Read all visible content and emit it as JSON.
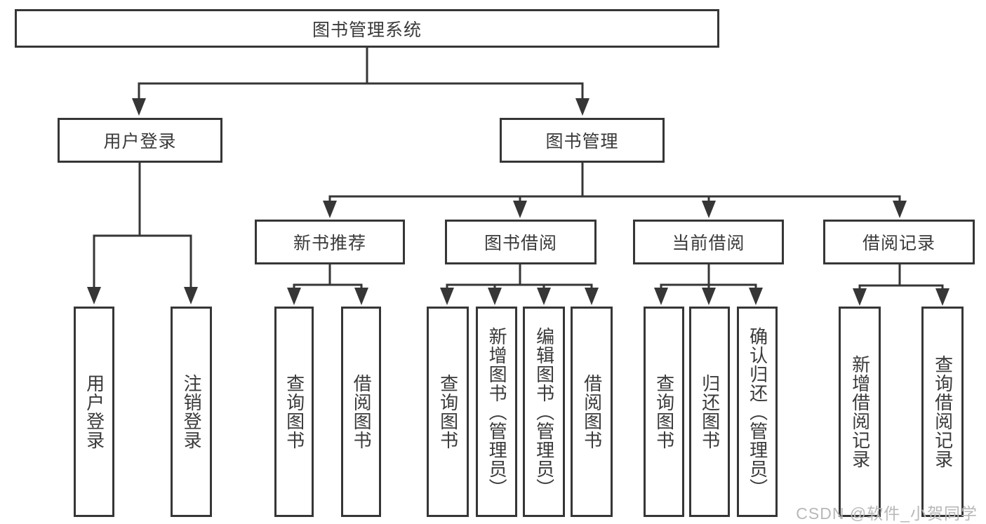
{
  "tree": {
    "label": "图书管理系统",
    "children": [
      {
        "label": "用户登录",
        "children": [
          {
            "label": "用户登录"
          },
          {
            "label": "注销登录"
          }
        ]
      },
      {
        "label": "图书管理",
        "children": [
          {
            "label": "新书推荐",
            "children": [
              {
                "label": "查询图书"
              },
              {
                "label": "借阅图书"
              }
            ]
          },
          {
            "label": "图书借阅",
            "children": [
              {
                "label": "查询图书"
              },
              {
                "label": "新增图书（管理员）"
              },
              {
                "label": "编辑图书（管理员）"
              },
              {
                "label": "借阅图书"
              }
            ]
          },
          {
            "label": "当前借阅",
            "children": [
              {
                "label": "查询图书"
              },
              {
                "label": "归还图书"
              },
              {
                "label": "确认归还（管理员）"
              }
            ]
          },
          {
            "label": "借阅记录",
            "children": [
              {
                "label": "新增借阅记录"
              },
              {
                "label": "查询借阅记录"
              }
            ]
          }
        ]
      }
    ]
  },
  "watermark": "CSDN @软件_小贺同学",
  "colors": {
    "line": "#363636",
    "text": "#3a3a3a",
    "watermark": "#b8b8b8",
    "background": "#ffffff"
  }
}
